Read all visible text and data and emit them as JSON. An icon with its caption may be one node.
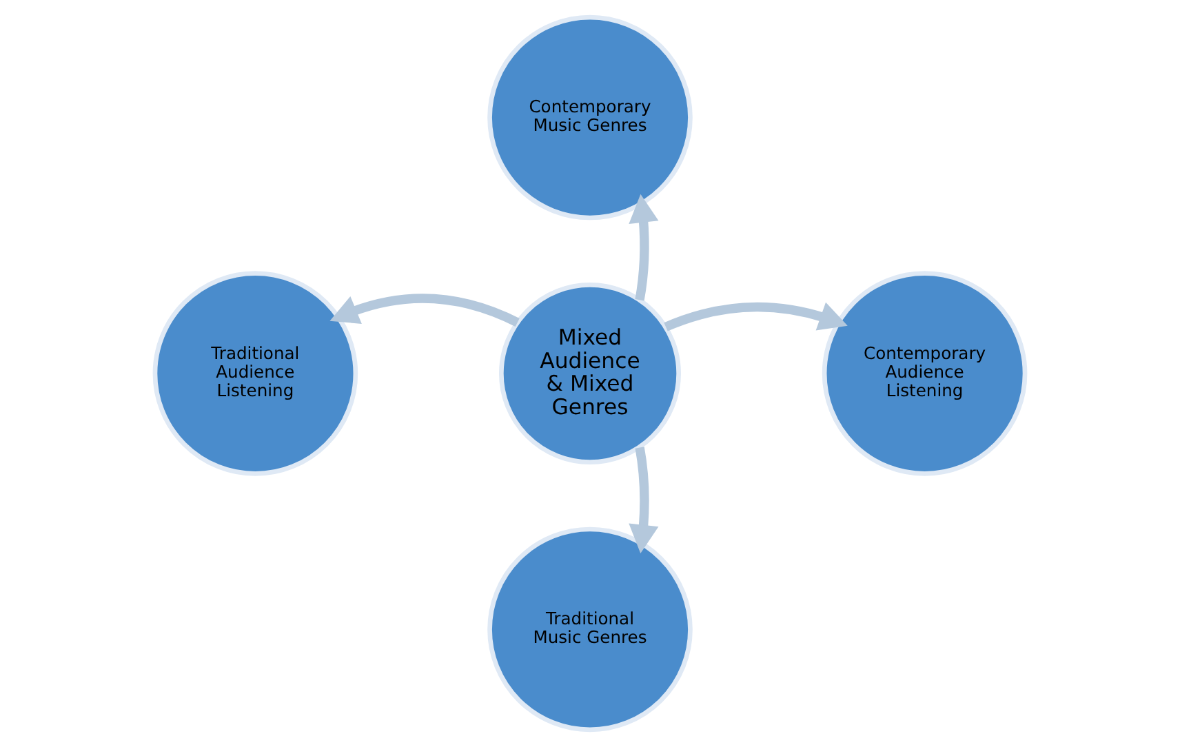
{
  "diagram": {
    "nodes": [
      {
        "text": [
          "Contemporary Music Genres"
        ]
      },
      {
        "text": [
          "Traditional Audience Listening"
        ]
      },
      {
        "text": [
          "Mixed Audience & Mixed Genres"
        ]
      },
      {
        "text": [
          "Contemporary Audience Listening"
        ]
      },
      {
        "text": [
          "Traditional Music Genres"
        ]
      }
    ],
    "edges": [
      {
        "from": 2,
        "to": 0,
        "arrow": "to"
      },
      {
        "from": 2,
        "to": 1,
        "arrow": "to"
      },
      {
        "from": 2,
        "to": 3,
        "arrow": "to"
      },
      {
        "from": 2,
        "to": 4,
        "arrow": "to"
      }
    ]
  }
}
